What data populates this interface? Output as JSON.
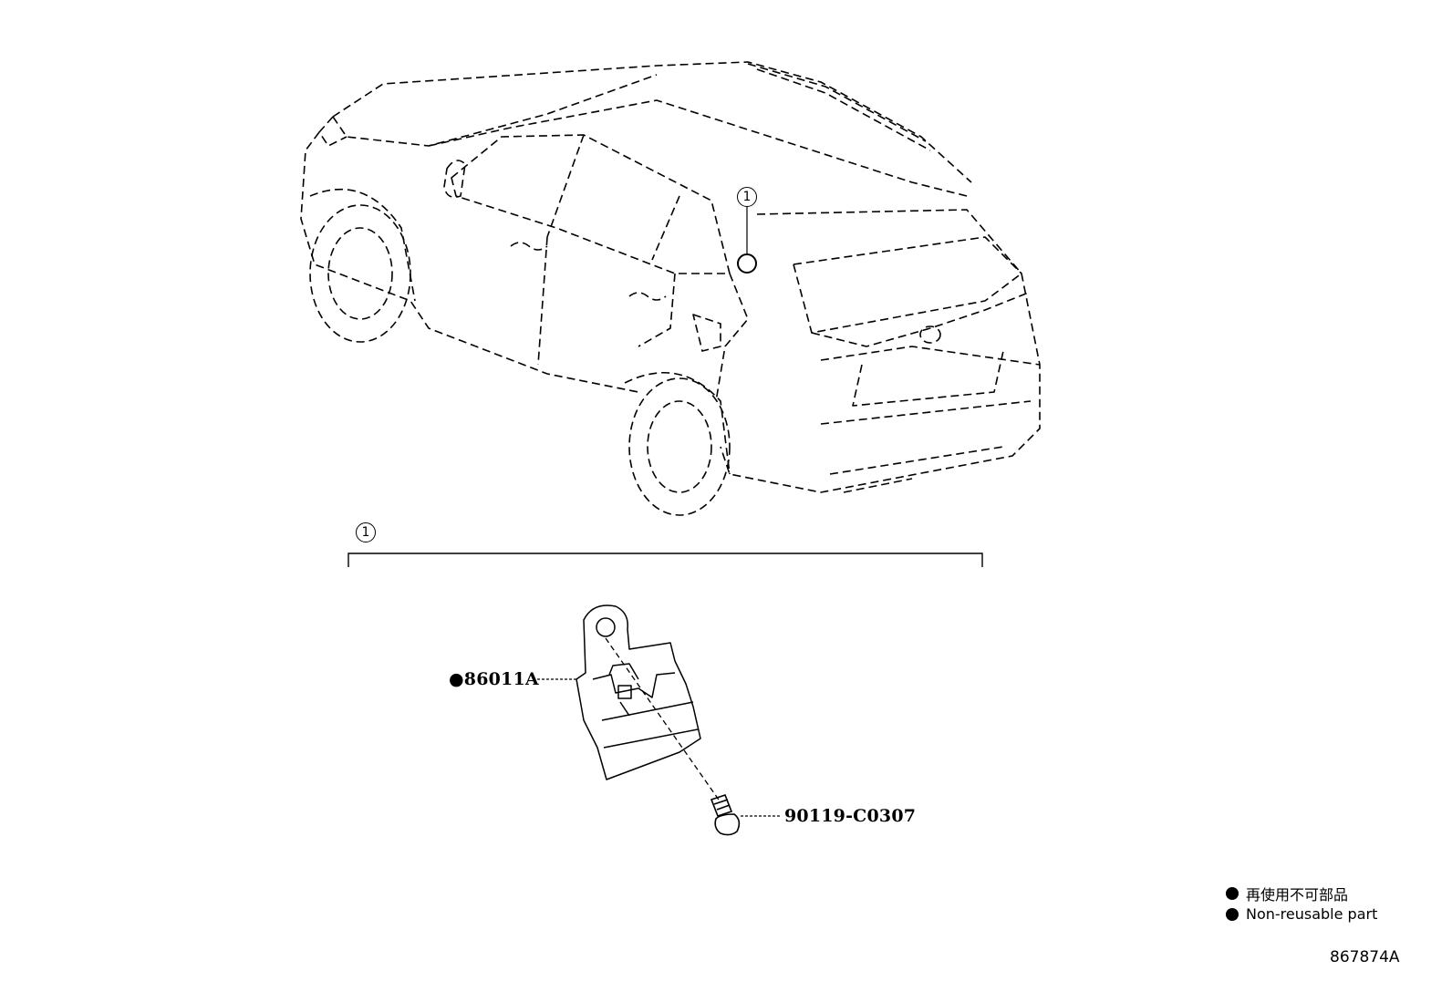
{
  "callouts": {
    "car_ref": "1",
    "group_ref": "1"
  },
  "parts": [
    {
      "id": "part-86011a",
      "marker": "●",
      "number": "86011A",
      "non_reusable": true
    },
    {
      "id": "part-bolt",
      "number": "90119-C0307",
      "non_reusable": false
    }
  ],
  "legend": {
    "line1": "再使用不可部品",
    "line2": "Non-reusable part"
  },
  "diagram_id": "867874A"
}
